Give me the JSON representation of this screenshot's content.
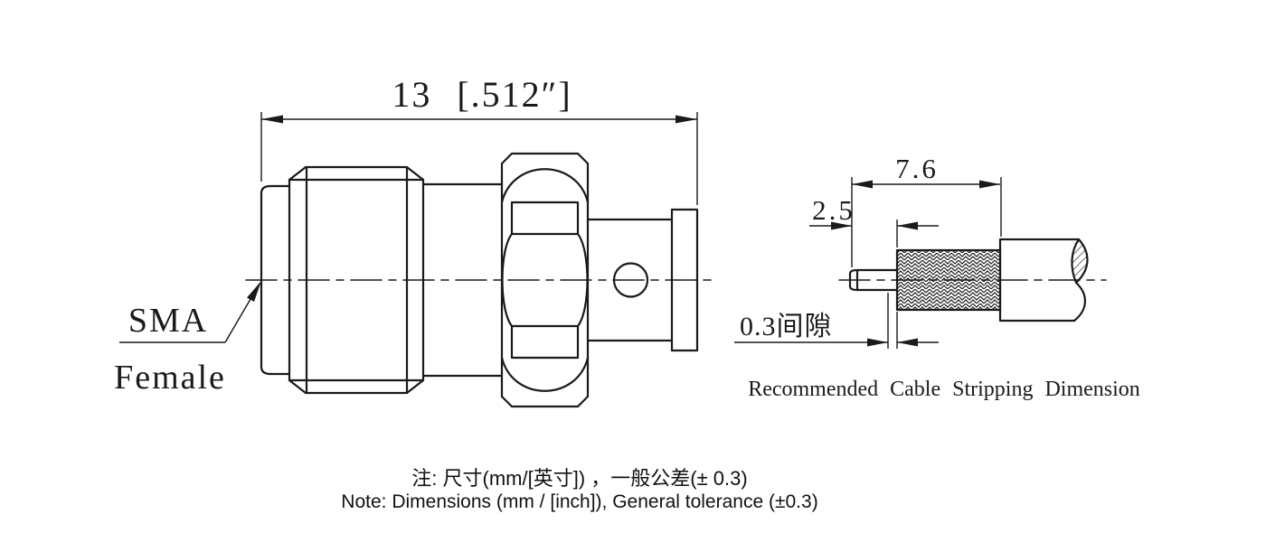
{
  "main_view": {
    "dim_width": "13 [.512″]",
    "label_line1": "SMA",
    "label_line2": "Female"
  },
  "stripping_view": {
    "dim_length_total": "7.6",
    "dim_length_braid": "2.5",
    "dim_gap": "0.3间隙",
    "caption": "Recommended Cable Stripping Dimension"
  },
  "notes": {
    "line_cn": "注: 尺寸(mm/[英寸]) ，一般公差(± 0.3)",
    "line_en": "Note: Dimensions (mm / [inch]), General tolerance (±0.3)"
  },
  "colors": {
    "line": "#1a1a1a",
    "background": "#ffffff"
  }
}
